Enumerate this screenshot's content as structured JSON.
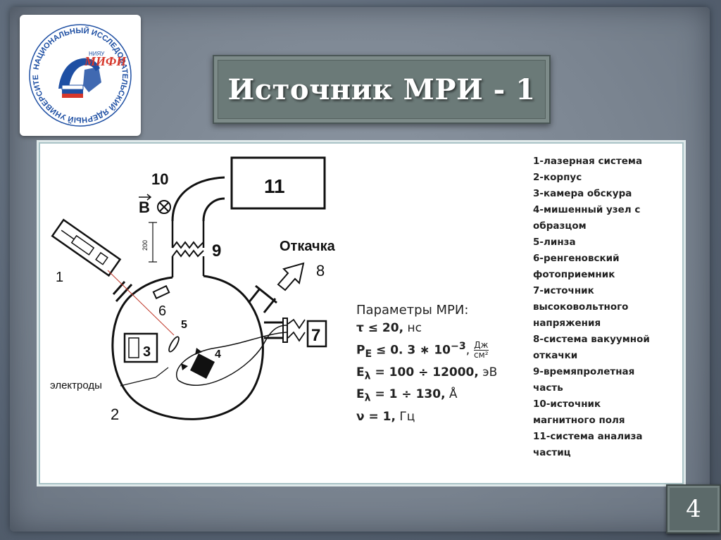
{
  "slide": {
    "title": "Источник МРИ - 1",
    "page_number": "4"
  },
  "logo": {
    "ring_text": "НАЦИОНАЛЬНЫЙ ИССЛЕДОВАТЕЛЬСКИЙ ЯДЕРНЫЙ УНИВЕРСИТЕТ · МИФИ ·",
    "brand": "МИФИ",
    "brand_small": "НИЯУ"
  },
  "diagram": {
    "labels": {
      "n1": "1",
      "n2": "2",
      "n3": "3",
      "n4": "4",
      "n5": "5",
      "n6": "6",
      "n7": "7",
      "n8": "8",
      "n9": "9",
      "n10": "10",
      "n11": "11",
      "b_field": "B",
      "pump": "Откачка",
      "electrodes": "электроды",
      "dim": "200"
    }
  },
  "params": {
    "header": "Параметры МРИ:",
    "rows": [
      {
        "expr": "τ ≤ 20,",
        "unit": " нс"
      },
      {
        "expr": "P",
        "sub": "E",
        "rest": " ≤ 0. 3 ∗ 10",
        "sup": "−3",
        "unit_num": "Дж",
        "unit_den": "см²"
      },
      {
        "expr": "E",
        "sub": "λ",
        "rest": " = 100 ÷ 12000,",
        "unit": " эВ"
      },
      {
        "expr": "E",
        "sub": "λ",
        "rest": " = 1 ÷ 130,",
        "unit": " Å"
      },
      {
        "expr": "ν = 1,",
        "unit": " Гц"
      }
    ]
  },
  "legend": [
    "1-лазерная система",
    "2-корпус",
    "3-камера обскура",
    "4-мишенный узел с",
    "образцом",
    "5-линза",
    "6-ренгеновский",
    "фотоприемник",
    "7-источник",
    "высоковольтного",
    "напряжения",
    "8-система вакуумной",
    "откачки",
    "9-времяпролетная",
    "часть",
    "10-источник",
    "магнитного поля",
    "11-система анализа",
    "частиц"
  ],
  "colors": {
    "background": "#7b8591",
    "title_box": "#6b7a78",
    "laser_beam": "#c0392b",
    "logo_blue": "#1e4fa3",
    "logo_red": "#d6372b"
  }
}
